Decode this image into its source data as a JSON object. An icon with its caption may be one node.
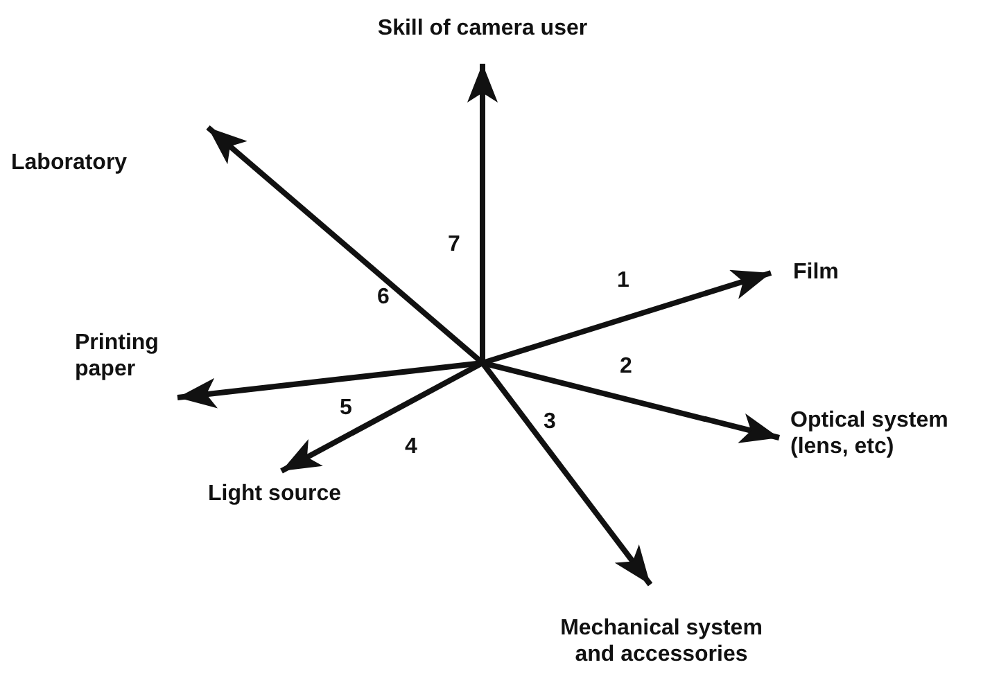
{
  "diagram": {
    "nodes": [
      {
        "text": [
          "Film"
        ]
      },
      {
        "text": [
          "Optical system (lens, etc)"
        ]
      },
      {
        "text": [
          "Mechanical system and accessories"
        ]
      },
      {
        "text": [
          "Light source"
        ]
      },
      {
        "text": [
          "Printing paper"
        ]
      },
      {
        "text": [
          "Laboratory"
        ]
      },
      {
        "text": [
          "Skill of camera user"
        ]
      }
    ],
    "edges": [
      {
        "from": null,
        "to": 0,
        "arrow": "to",
        "label": "1"
      },
      {
        "from": null,
        "to": 1,
        "arrow": "to",
        "label": "2"
      },
      {
        "from": null,
        "to": 2,
        "arrow": "to",
        "label": "3"
      },
      {
        "from": null,
        "to": 3,
        "arrow": "to",
        "label": "4"
      },
      {
        "from": null,
        "to": 4,
        "arrow": "to",
        "label": "5"
      },
      {
        "from": null,
        "to": 5,
        "arrow": "to",
        "label": "6"
      },
      {
        "from": null,
        "to": 6,
        "arrow": "to",
        "label": "7"
      }
    ]
  }
}
